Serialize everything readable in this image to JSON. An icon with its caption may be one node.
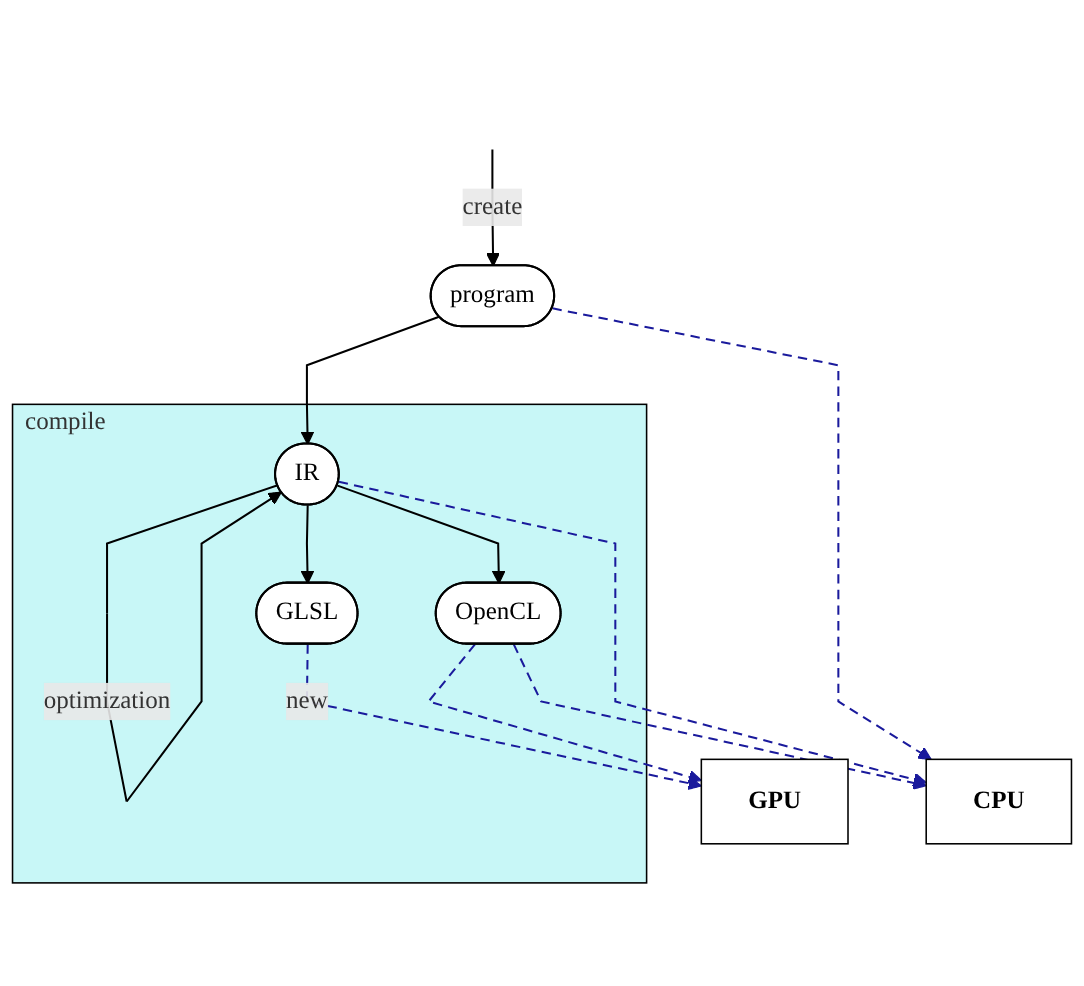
{
  "diagram": {
    "nodes": [
      {
        "text": [
          "program"
        ]
      },
      {
        "text": [
          "compile"
        ]
      },
      {
        "text": [
          "IR"
        ],
        "in": 1
      },
      {
        "text": [
          "GLSL"
        ],
        "in": 1
      },
      {
        "text": [
          "OpenCL"
        ],
        "in": 1
      },
      {
        "text": [
          "GPU"
        ]
      },
      {
        "text": [
          "CPU"
        ]
      }
    ],
    "edges": [
      {
        "from": null,
        "to": 0,
        "arrow": "to",
        "label": "create"
      },
      {
        "from": 0,
        "to": 2,
        "arrow": "to"
      },
      {
        "from": 2,
        "to": 2,
        "arrow": "to",
        "label": "optimization"
      },
      {
        "from": 2,
        "to": 3,
        "arrow": "to"
      },
      {
        "from": 2,
        "to": 4,
        "arrow": "to"
      },
      {
        "from": 3,
        "to": 5,
        "arrow": "to",
        "label": "new",
        "style": "dashed",
        "color": "#1a1a9c"
      },
      {
        "from": 4,
        "to": 5,
        "arrow": "to",
        "style": "dashed",
        "color": "#1a1a9c"
      },
      {
        "from": 4,
        "to": 6,
        "arrow": "to",
        "style": "dashed",
        "color": "#1a1a9c"
      },
      {
        "from": 2,
        "to": 6,
        "arrow": "to",
        "style": "dashed",
        "color": "#1a1a9c"
      },
      {
        "from": 0,
        "to": 6,
        "arrow": "to",
        "style": "dashed",
        "color": "#1a1a9c"
      }
    ]
  }
}
